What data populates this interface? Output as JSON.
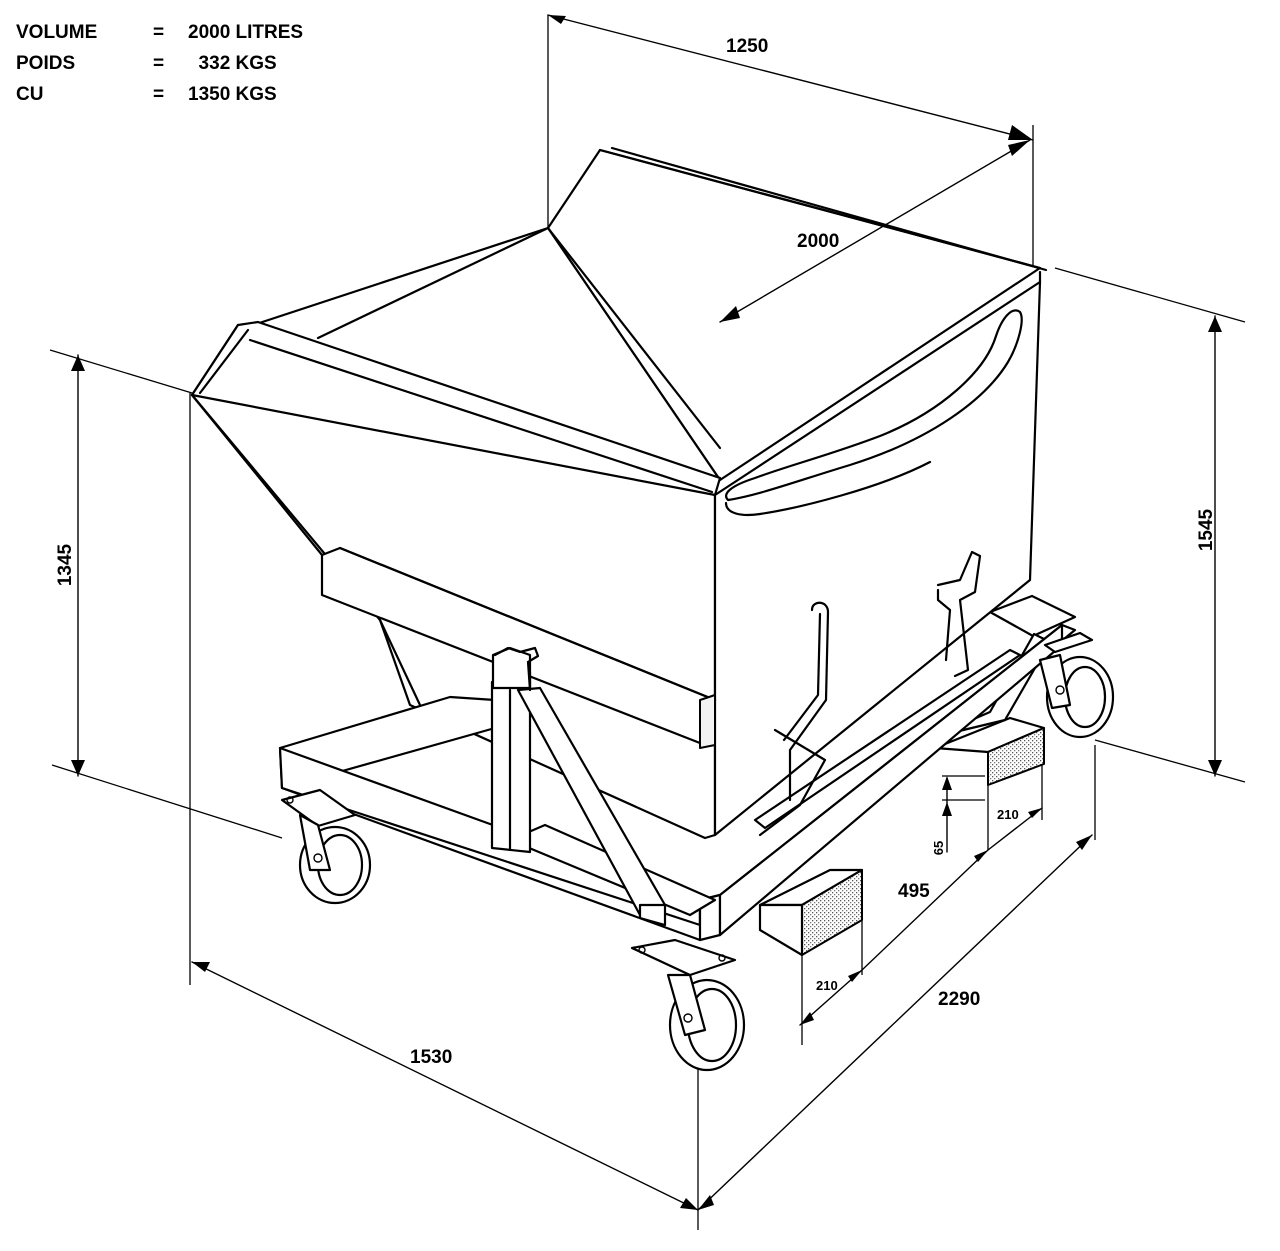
{
  "specs": [
    {
      "label": "VOLUME",
      "eq": "=",
      "value": "2000 LITRES"
    },
    {
      "label": "POIDS",
      "eq": "=",
      "value": "  332 KGS"
    },
    {
      "label": "CU",
      "eq": "=",
      "value": "1350 KGS"
    }
  ],
  "dimensions": {
    "top_depth": "1250",
    "inner_width": "2000",
    "overall_height": "1545",
    "height_left": "1345",
    "front_width": "1530",
    "overall_length": "2290",
    "skid_width_front": "210",
    "skid_width_rear": "210",
    "skid_gap": "495",
    "skid_height": "65"
  }
}
